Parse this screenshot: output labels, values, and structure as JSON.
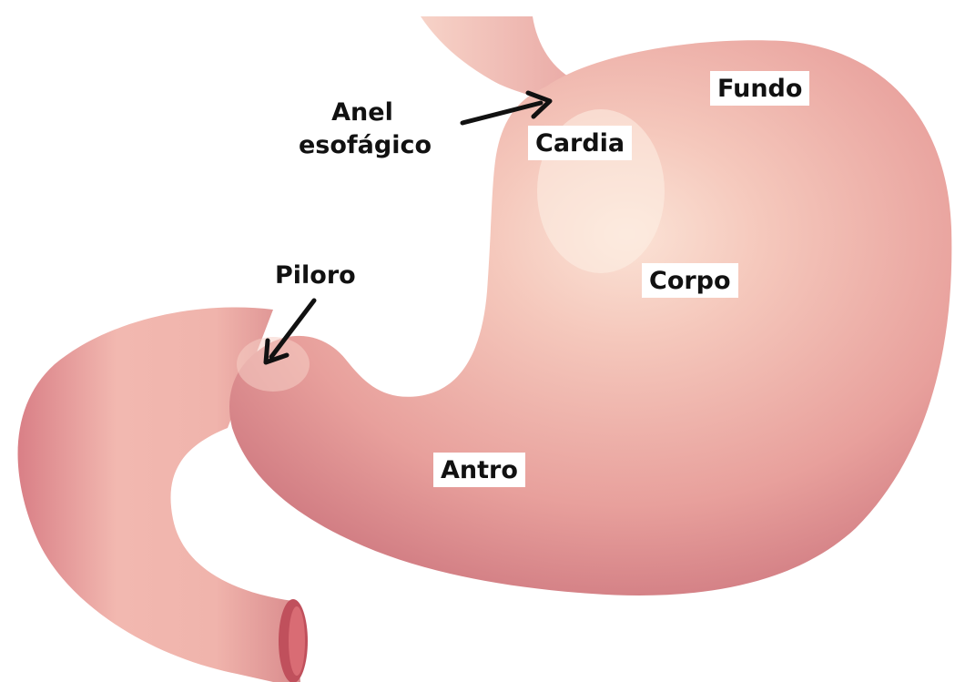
{
  "labels": {
    "fundo": "Fundo",
    "cardia": "Cardia",
    "anel_line1": "Anel",
    "anel_line2": "esofágico",
    "piloro": "Piloro",
    "corpo": "Corpo",
    "antro": "Antro"
  },
  "colors": {
    "stomach_light": "#f4c2ba",
    "stomach_mid": "#e89a96",
    "stomach_dark": "#c9707a",
    "arrow": "#111111"
  }
}
